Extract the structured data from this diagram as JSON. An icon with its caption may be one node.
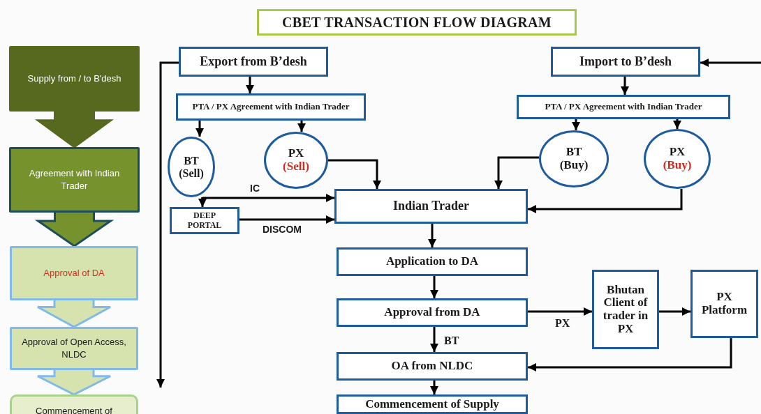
{
  "diagram": {
    "title": "CBET TRANSACTION FLOW DIAGRAM",
    "nodes": [
      {
        "text": [
          "Supply from / to B'desh"
        ]
      },
      {
        "text": [
          "Agreement with Indian Trader"
        ]
      },
      {
        "text": [
          "Approval of DA"
        ]
      },
      {
        "text": [
          "Approval of Open Access, NLDC"
        ]
      },
      {
        "text": [
          "Commencement of"
        ]
      },
      {
        "text": [
          "Export from B’desh"
        ]
      },
      {
        "text": [
          "PTA / PX Agreement with Indian Trader"
        ]
      },
      {
        "text": [
          "BT",
          "(Sell)"
        ]
      },
      {
        "text": [
          "PX",
          "(Sell)"
        ]
      },
      {
        "text": [
          "DEEP PORTAL"
        ]
      },
      {
        "text": [
          "Indian Trader"
        ]
      },
      {
        "text": [
          "Import to B’desh"
        ]
      },
      {
        "text": [
          "PTA / PX Agreement with Indian Trader"
        ]
      },
      {
        "text": [
          "BT",
          "(Buy)"
        ]
      },
      {
        "text": [
          "PX",
          "(Buy)"
        ]
      },
      {
        "text": [
          "Application to DA"
        ]
      },
      {
        "text": [
          "Approval from DA"
        ]
      },
      {
        "text": [
          "Bhutan Client of trader in PX"
        ]
      },
      {
        "text": [
          "PX Platform"
        ]
      },
      {
        "text": [
          "OA from NLDC"
        ]
      },
      {
        "text": [
          "Commencement of Supply"
        ]
      }
    ],
    "edges": [
      {
        "from": 0,
        "to": 1,
        "arrow": "to",
        "style": "thick",
        "color": "#56691f"
      },
      {
        "from": 1,
        "to": 2,
        "arrow": "to",
        "style": "thick",
        "color": "#76922c"
      },
      {
        "from": 2,
        "to": 3,
        "arrow": "to",
        "style": "thick",
        "color": "#d6e3af"
      },
      {
        "from": 3,
        "to": 4,
        "arrow": "to",
        "style": "thick",
        "color": "#d6e3af"
      },
      {
        "from": 5,
        "to": 6,
        "arrow": "to"
      },
      {
        "from": 6,
        "to": 7,
        "arrow": "to"
      },
      {
        "from": 6,
        "to": 8,
        "arrow": "to"
      },
      {
        "from": 7,
        "to": 10,
        "arrow": "to",
        "label": "IC"
      },
      {
        "from": 7,
        "to": 9,
        "arrow": "to"
      },
      {
        "from": 9,
        "to": 10,
        "arrow": "to",
        "label": "DISCOM"
      },
      {
        "from": 8,
        "to": 10,
        "arrow": "to"
      },
      {
        "from": 11,
        "to": 12,
        "arrow": "to"
      },
      {
        "from": 12,
        "to": 13,
        "arrow": "to"
      },
      {
        "from": 12,
        "to": 14,
        "arrow": "to"
      },
      {
        "from": 13,
        "to": 10,
        "arrow": "to"
      },
      {
        "from": 14,
        "to": 10,
        "arrow": "to"
      },
      {
        "from": 10,
        "to": 15,
        "arrow": "to"
      },
      {
        "from": 15,
        "to": 16,
        "arrow": "to"
      },
      {
        "from": 16,
        "to": 17,
        "arrow": "to",
        "label": "PX"
      },
      {
        "from": 17,
        "to": 18,
        "arrow": "to"
      },
      {
        "from": 18,
        "to": 19,
        "arrow": "to"
      },
      {
        "from": 16,
        "to": 19,
        "arrow": "to",
        "label": "BT"
      },
      {
        "from": 19,
        "to": 20,
        "arrow": "to"
      },
      {
        "from": 5,
        "to": null,
        "arrow": "to"
      },
      {
        "from": null,
        "to": 11,
        "arrow": "to"
      }
    ]
  }
}
